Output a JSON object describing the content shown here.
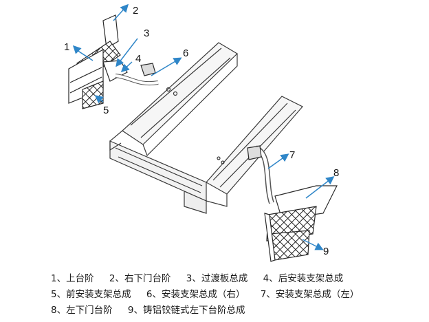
{
  "callouts": [
    "1",
    "2",
    "3",
    "4",
    "5",
    "6",
    "7",
    "8",
    "9"
  ],
  "legend": {
    "rows": [
      [
        "1、上台阶",
        "2、右下门台阶",
        "3、过渡板总成",
        "4、后安装支架总成"
      ],
      [
        "5、前安装支架总成",
        "6、安装支架总成（右）",
        "7、安装支架总成（左）"
      ],
      [
        "8、左下门台阶",
        "9、铸铝铰链式左下台阶总成"
      ]
    ]
  },
  "colors": {
    "line": "#3a3a3a",
    "arrow": "#2f86c8",
    "text": "#111111"
  }
}
